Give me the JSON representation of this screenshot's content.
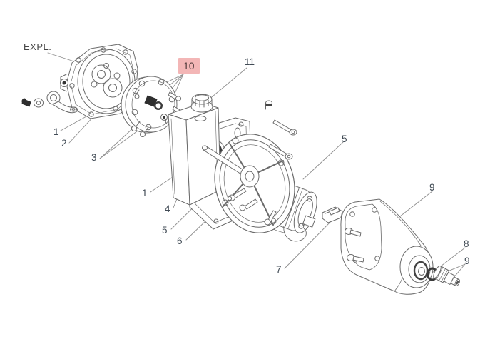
{
  "diagram": {
    "view_label": "EXPL.",
    "selected_callout": "10",
    "colors": {
      "background": "#ffffff",
      "line_art": "#6a6a6a",
      "callout_text": "#414b55",
      "leader_line": "#8f8f8f",
      "highlight_bg": "#f3b6b6",
      "highlight_text": "#523c3c"
    },
    "callouts": [
      {
        "id": "1a",
        "label": "1",
        "highlighted": false
      },
      {
        "id": "2",
        "label": "2",
        "highlighted": false
      },
      {
        "id": "3",
        "label": "3",
        "highlighted": false
      },
      {
        "id": "10",
        "label": "10",
        "highlighted": true
      },
      {
        "id": "11",
        "label": "11",
        "highlighted": false
      },
      {
        "id": "1b",
        "label": "1",
        "highlighted": false
      },
      {
        "id": "4",
        "label": "4",
        "highlighted": false
      },
      {
        "id": "5a",
        "label": "5",
        "highlighted": false
      },
      {
        "id": "6",
        "label": "6",
        "highlighted": false
      },
      {
        "id": "5b",
        "label": "5",
        "highlighted": false
      },
      {
        "id": "7",
        "label": "7",
        "highlighted": false
      },
      {
        "id": "9a",
        "label": "9",
        "highlighted": false
      },
      {
        "id": "8",
        "label": "8",
        "highlighted": false
      },
      {
        "id": "9b",
        "label": "9",
        "highlighted": false
      }
    ]
  }
}
